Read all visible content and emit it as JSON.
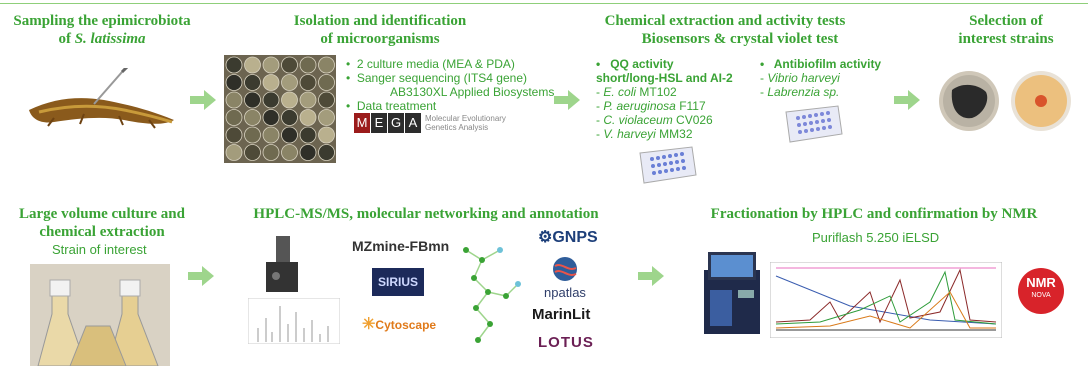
{
  "colors": {
    "accent": "#3aa335",
    "arrow": "#9ed58c"
  },
  "step1": {
    "title_l1": "Sampling the epimicrobiota",
    "title_l2_prefix": "of ",
    "title_l2_species": "S. latissima"
  },
  "step2": {
    "title_l1": "Isolation and identification",
    "title_l2": "of microorganisms",
    "bullets": [
      "2 culture media (MEA & PDA)",
      "Sanger sequencing (ITS4 gene)",
      "AB3130XL Applied Biosystems",
      "Data treatment"
    ],
    "mega": {
      "letters": [
        "M",
        "E",
        "G",
        "A"
      ],
      "caption_l1": "Molecular Evolutionary",
      "caption_l2": "Genetics Analysis"
    }
  },
  "step3": {
    "title_l1": "Chemical extraction and activity tests",
    "title_l2": "Biosensors & crystal violet test",
    "qq": {
      "head_l1": "QQ activity",
      "head_l2": "short/long-HSL and AI-2",
      "items": [
        {
          "species": "E. coli",
          "strain": " MT102"
        },
        {
          "species": "P. aeruginosa",
          "strain": " F117"
        },
        {
          "species": "C. violaceum",
          "strain": " CV026"
        },
        {
          "species": "V. harveyi",
          "strain": " MM32"
        }
      ]
    },
    "anti": {
      "head": "Antibiofilm activity",
      "items": [
        "Vibrio harveyi",
        "Labrenzia sp."
      ]
    }
  },
  "step4": {
    "title_l1": "Selection of",
    "title_l2": "interest strains"
  },
  "step5": {
    "title_l1": "Large volume culture and",
    "title_l2": "chemical extraction",
    "subtitle": "Strain of interest"
  },
  "step6": {
    "title": "HPLC-MS/MS, molecular networking and annotation",
    "logos": {
      "mzmine": "MZmine-FBmn",
      "sirius": "SIRIUS",
      "cytoscape": "Cytoscape",
      "gnps": "GNPS",
      "npatlas": "npatlas",
      "marinlit": "MarinLit",
      "lotus": "LOTUS"
    }
  },
  "step7": {
    "title": "Fractionation by HPLC and confirmation by NMR",
    "subtitle": "Puriflash 5.250 iELSD",
    "nmr": {
      "label": "NMR",
      "caption": "NOVA"
    }
  }
}
